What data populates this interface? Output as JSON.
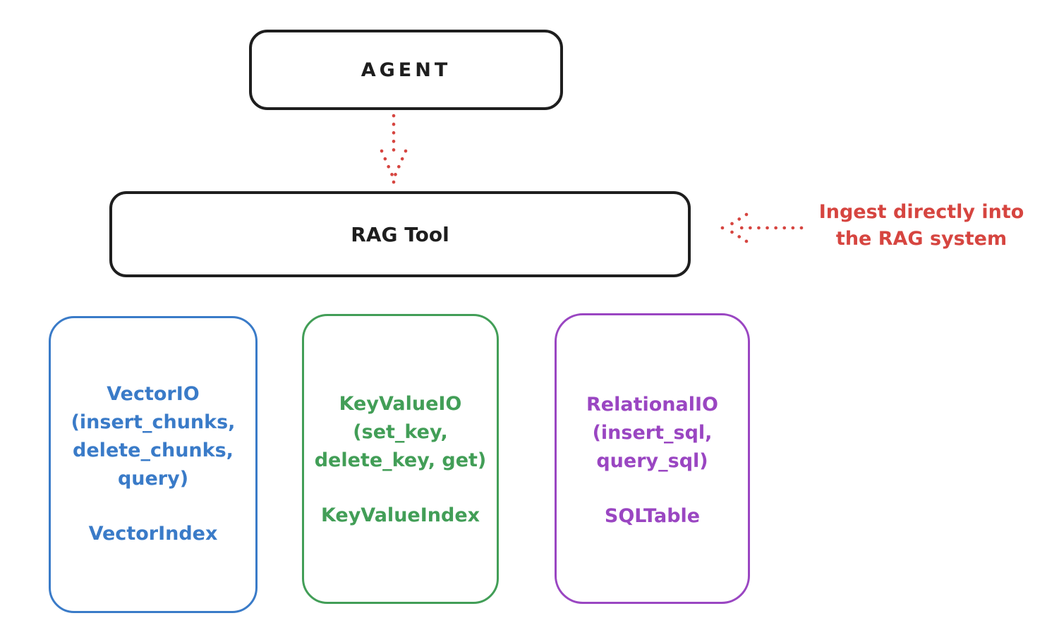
{
  "diagram": {
    "agent": {
      "label": "AGENT"
    },
    "rag_tool": {
      "label": "RAG Tool"
    },
    "ingest_annotation": {
      "line1": "Ingest directly into",
      "line2": "the RAG system"
    },
    "io_boxes": [
      {
        "id": "vector-io",
        "color": "#3a7bc8",
        "lines": [
          "VectorIO",
          "(insert_chunks,",
          "delete_chunks,",
          "query)"
        ],
        "footer": "VectorIndex"
      },
      {
        "id": "keyvalue-io",
        "color": "#429e57",
        "lines": [
          "KeyValueIO",
          "(set_key,",
          "delete_key, get)"
        ],
        "footer": "KeyValueIndex"
      },
      {
        "id": "relational-io",
        "color": "#9a46c2",
        "lines": [
          "RelationalIO",
          "(insert_sql,",
          "query_sql)"
        ],
        "footer": "SQLTable"
      }
    ],
    "colors": {
      "ink": "#1e1e1e",
      "red": "#d64540",
      "blue": "#3a7bc8",
      "green": "#429e57",
      "purple": "#9a46c2",
      "background": "#ffffff"
    }
  }
}
